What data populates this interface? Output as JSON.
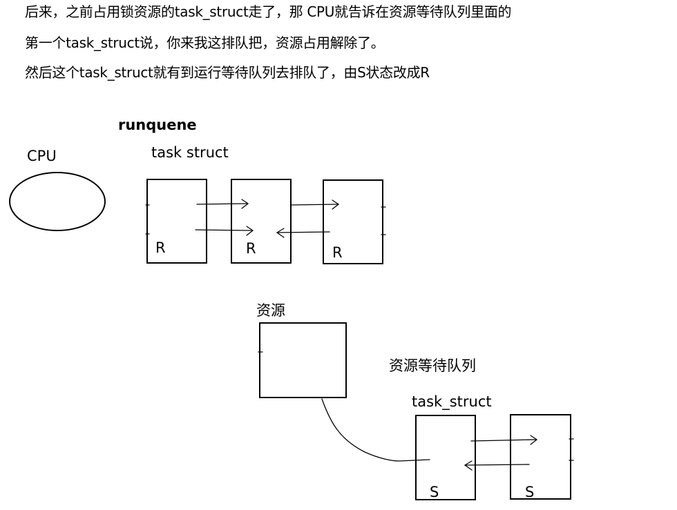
{
  "text": {
    "line1": "后来，之前占用锁资源的task_struct走了，那 CPU就告诉在资源等待队列里面的",
    "line2": "第一个task_struct说，你来我这排队把，资源占用解除了。",
    "line3": "然后这个task_struct就有到运行等待队列去排队了，由S状态改成R"
  },
  "diagram": {
    "runqueue_label": "runquene",
    "cpu_label": "CPU",
    "run_struct_label": "task  struct",
    "run_states": [
      "R",
      "R",
      "R"
    ],
    "resource_label": "资源",
    "wait_queue_label": "资源等待队列",
    "wait_struct_label": "task_struct",
    "wait_states": [
      "S",
      "S"
    ]
  }
}
